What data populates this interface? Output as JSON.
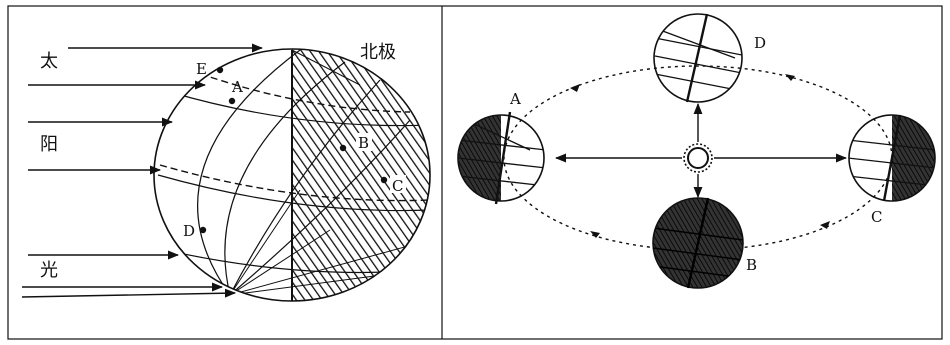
{
  "left_panel": {
    "sunlight_chars": [
      "太",
      "阳",
      "光"
    ],
    "north_pole_label": "北极",
    "point_labels": {
      "E": "E",
      "A": "A",
      "B": "B",
      "C": "C",
      "D": "D"
    }
  },
  "right_panel": {
    "position_labels": {
      "A": "A",
      "B": "B",
      "C": "C",
      "D": "D"
    }
  },
  "colors": {
    "ink": "#111111",
    "background": "#ffffff"
  }
}
